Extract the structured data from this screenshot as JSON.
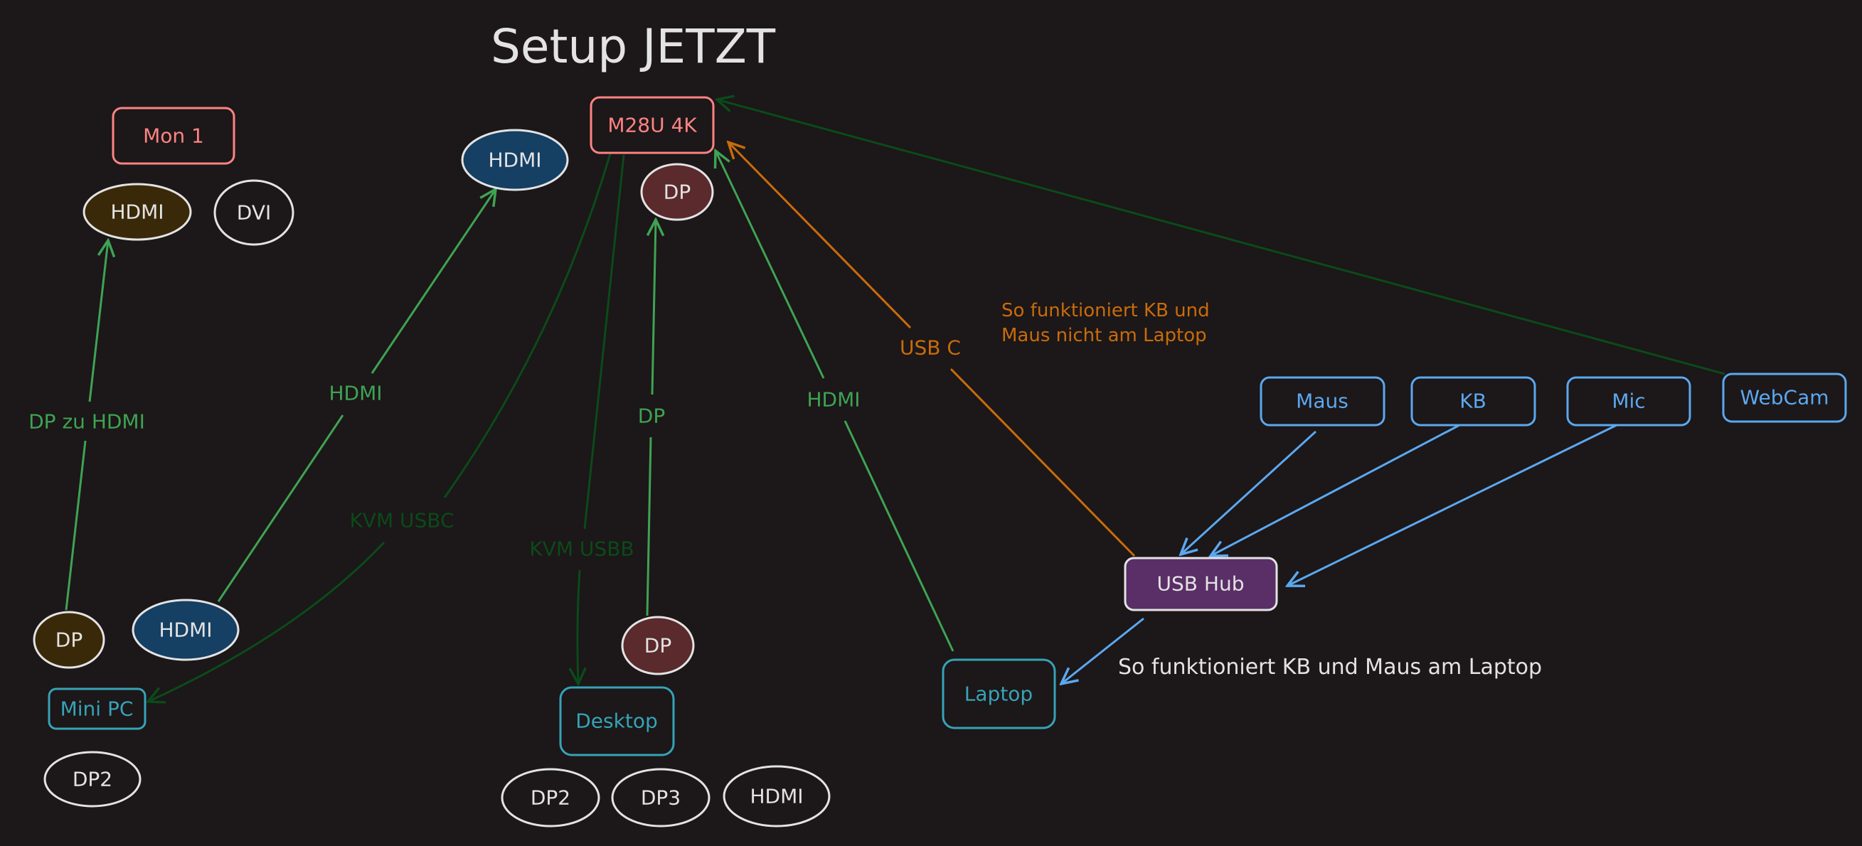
{
  "title": "Setup JETZT",
  "colors": {
    "background": "#1c1718",
    "monitor": "#ff8383",
    "computer": "#36a3b8",
    "peripheral": "#5ba8f0",
    "white": "#e3e3e3",
    "green": "#3ea354",
    "dark_green": "#0b4a1a",
    "orange": "#c76c0c",
    "hub_fill": "#5a2e66",
    "hdmi_blue_fill": "#153f63",
    "hdmi_brown_fill": "#3a2908",
    "dp_maroon_fill": "#5a2a2d",
    "dp_brown_fill": "#3a2908"
  },
  "nodes": {
    "mon1": {
      "label": "Mon 1"
    },
    "mon1_hdmi": {
      "label": "HDMI"
    },
    "mon1_dvi": {
      "label": "DVI"
    },
    "m28u": {
      "label": "M28U 4K"
    },
    "m28u_hdmi": {
      "label": "HDMI"
    },
    "m28u_dp": {
      "label": "DP"
    },
    "minipc_dp": {
      "label": "DP"
    },
    "minipc_hdmi": {
      "label": "HDMI"
    },
    "minipc": {
      "label": "Mini PC"
    },
    "minipc_dp2": {
      "label": "DP2"
    },
    "desktop_dp": {
      "label": "DP"
    },
    "desktop": {
      "label": "Desktop"
    },
    "desktop_dp2": {
      "label": "DP2"
    },
    "desktop_dp3": {
      "label": "DP3"
    },
    "desktop_hdmi": {
      "label": "HDMI"
    },
    "laptop": {
      "label": "Laptop"
    },
    "usb_hub": {
      "label": "USB Hub"
    },
    "maus": {
      "label": "Maus"
    },
    "kb": {
      "label": "KB"
    },
    "mic": {
      "label": "Mic"
    },
    "webcam": {
      "label": "WebCam"
    }
  },
  "edge_labels": {
    "dp_zu_hdmi": "DP zu HDMI",
    "minipc_hdmi": "HDMI",
    "kvm_usbc": "KVM USBC",
    "kvm_usbb": "KVM USBB",
    "desktop_dp": "DP",
    "laptop_hdmi": "HDMI",
    "usb_c": "USB C"
  },
  "notes": {
    "not_working_line1": "So funktioniert KB und",
    "not_working_line2": "Maus nicht am Laptop",
    "working": "So funktioniert KB und Maus am Laptop"
  }
}
